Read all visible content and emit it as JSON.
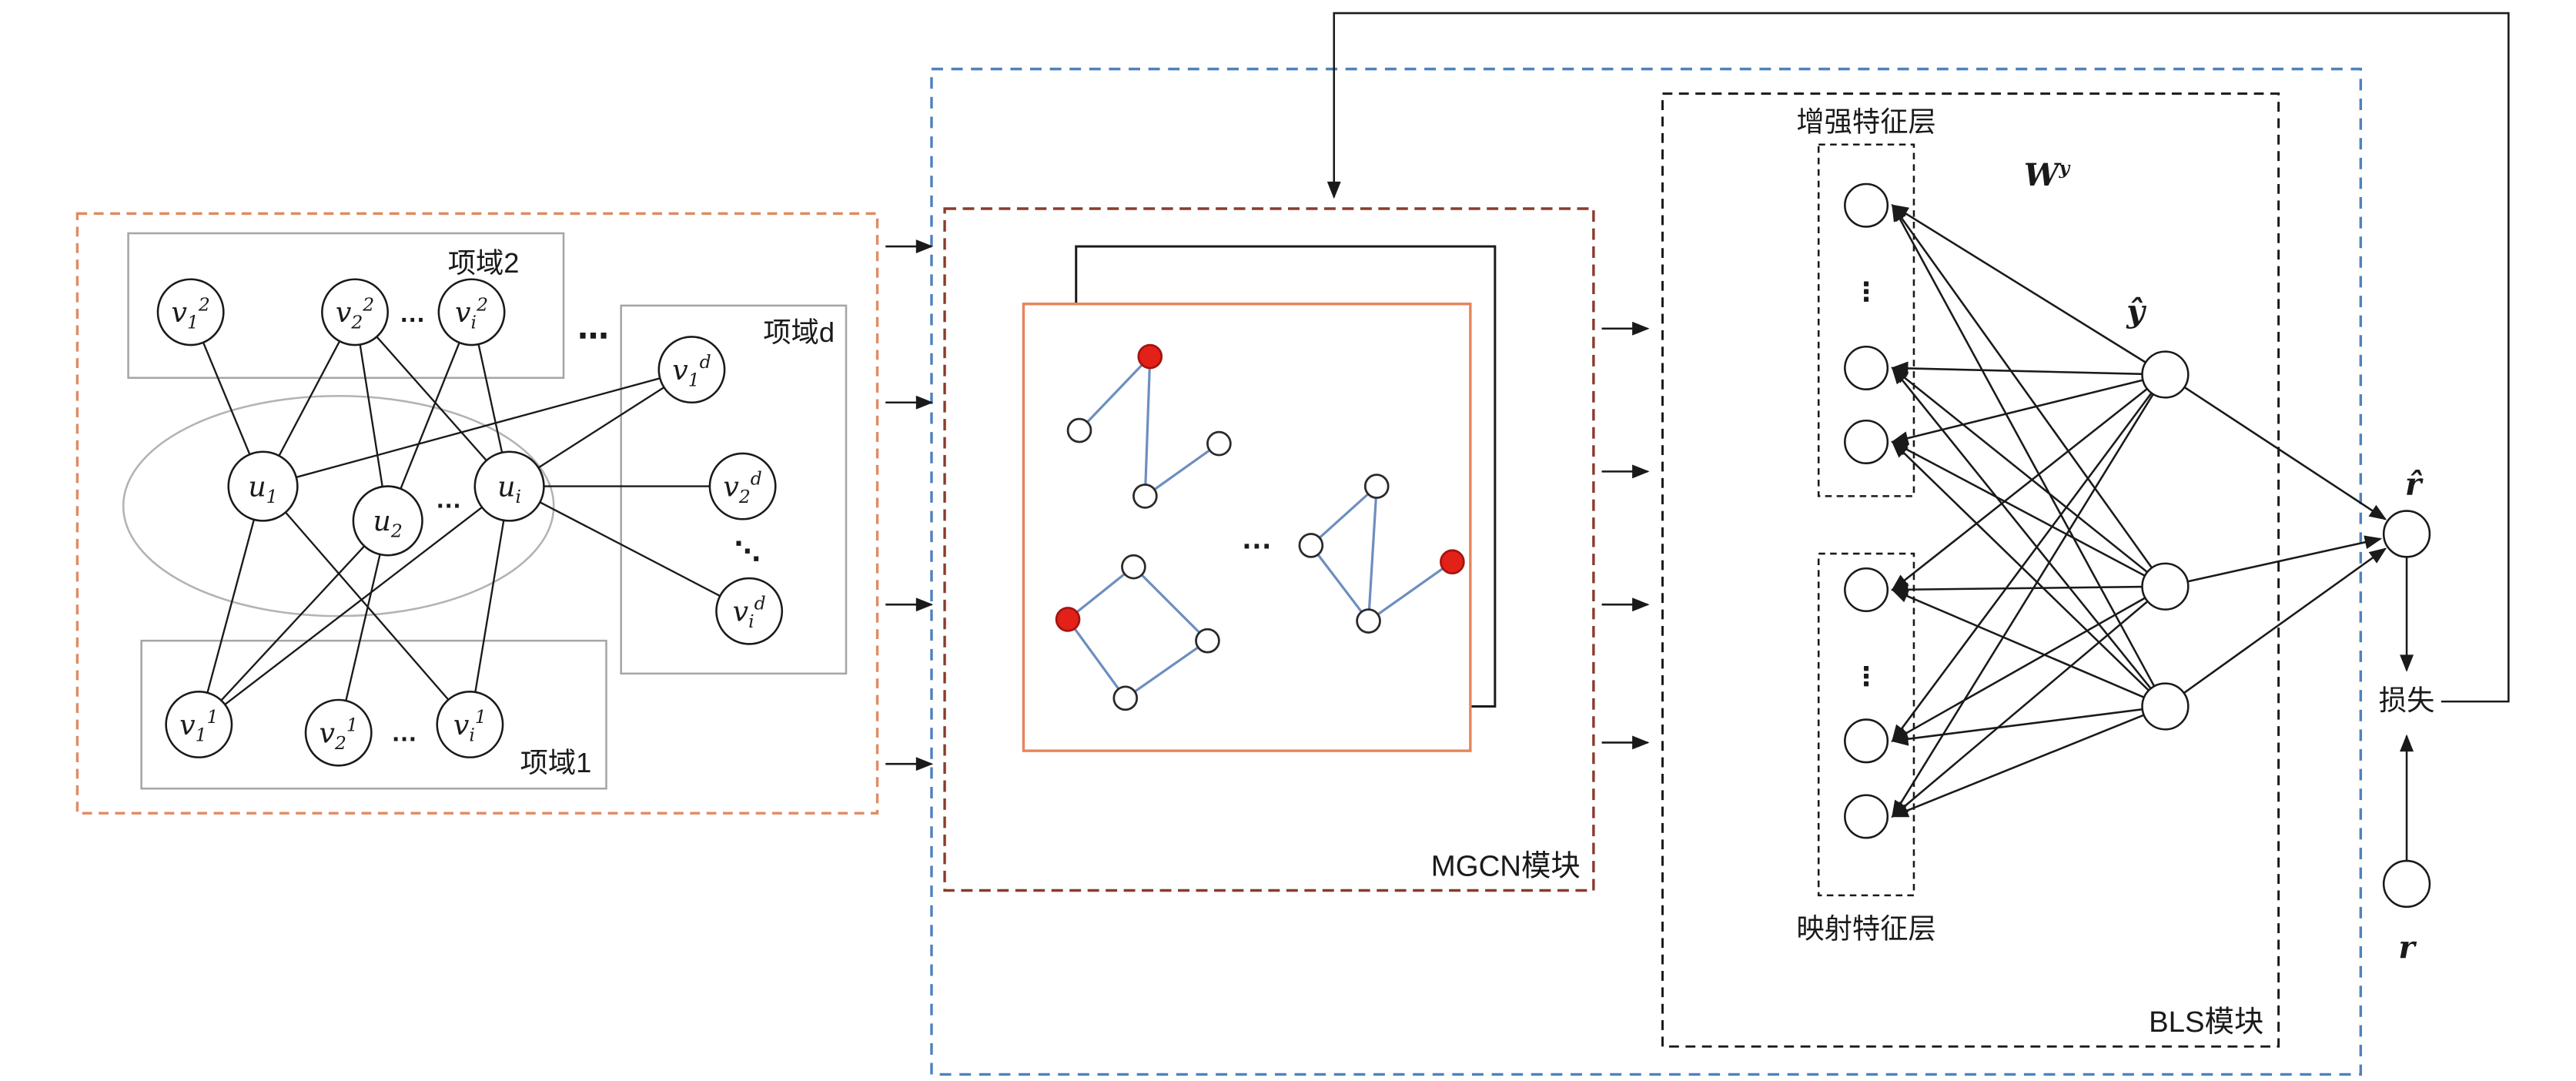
{
  "input_panel": {
    "domain2_label": "项域2",
    "domain_d_label": "项域d",
    "domain1_label": "项域1",
    "users": [
      {
        "base": "u",
        "sub": "1"
      },
      {
        "base": "u",
        "sub": "2"
      },
      {
        "base": "u",
        "sub": "i"
      }
    ],
    "domain2_items": [
      {
        "base": "v",
        "sub": "1",
        "sup": "2"
      },
      {
        "base": "v",
        "sub": "2",
        "sup": "2"
      },
      {
        "base": "v",
        "sub": "i",
        "sup": "2"
      }
    ],
    "domain_d_items": [
      {
        "base": "v",
        "sub": "1",
        "sup": "d"
      },
      {
        "base": "v",
        "sub": "2",
        "sup": "d"
      },
      {
        "base": "v",
        "sub": "i",
        "sup": "d"
      }
    ],
    "domain1_items": [
      {
        "base": "v",
        "sub": "1",
        "sup": "1"
      },
      {
        "base": "v",
        "sub": "2",
        "sup": "1"
      },
      {
        "base": "v",
        "sub": "i",
        "sup": "1"
      }
    ]
  },
  "mgcn": {
    "label": "MGCN模块"
  },
  "bls": {
    "label": "BLS模块",
    "enhancement_layer_label": "增强特征层",
    "mapping_layer_label": "映射特征层",
    "weight": {
      "base": "W",
      "sup": "y"
    },
    "y_hat": "ŷ"
  },
  "output": {
    "r_hat": "r̂",
    "loss_label": "损失",
    "r": "r"
  },
  "dots": {
    "h": "…",
    "v": "⋮",
    "diag": "⋱",
    "mid": "⋯"
  },
  "colors": {
    "input_panel_border": "#e08b63",
    "outer_border": "#4f81bd",
    "mgcn_border": "#8a3b2d",
    "inner_frame_orange": "#e8845a",
    "inner_frame_black": "#1a1a1a",
    "graph_edge_blue": "#6d8ebf",
    "highlight_node_red": "#e32119",
    "domain_box_gray": "#a6a6a6",
    "line_black": "#1a1a1a"
  }
}
